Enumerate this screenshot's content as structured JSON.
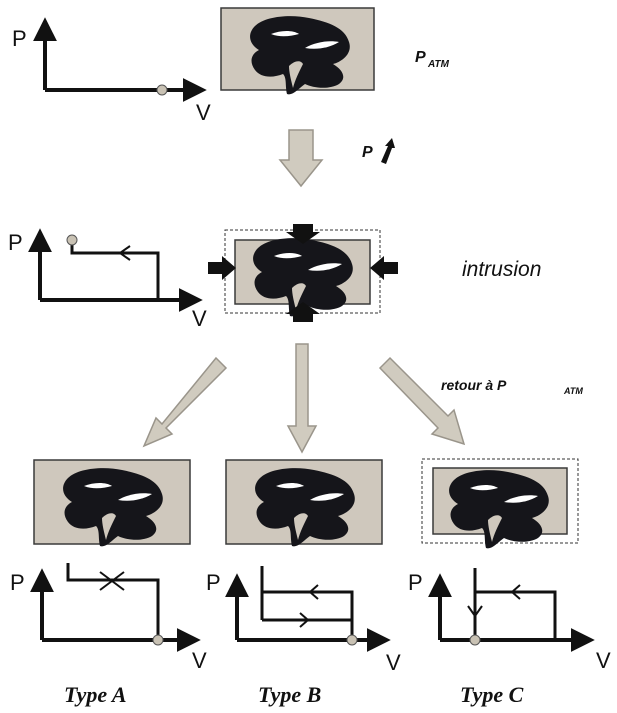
{
  "labels": {
    "p_atm_main": "P",
    "p_atm_sub": "ATM",
    "p_increase": "P",
    "p_increase_arrow_icon": "up-arrow",
    "intrusion": "intrusion",
    "retour": "retour à P",
    "retour_sub": "ATM"
  },
  "axes": {
    "p": "P",
    "v": "V"
  },
  "types": [
    {
      "label": "Type A"
    },
    {
      "label": "Type B"
    },
    {
      "label": "Type C"
    }
  ],
  "colors": {
    "sample_bg": "#cfc8bd",
    "sample_border": "#3a3a3a",
    "grain": "#15151a",
    "arrow_fill": "#d0cbbf",
    "arrow_stroke": "#9a958b",
    "line": "#111111",
    "dot": "#c9c2b4"
  }
}
